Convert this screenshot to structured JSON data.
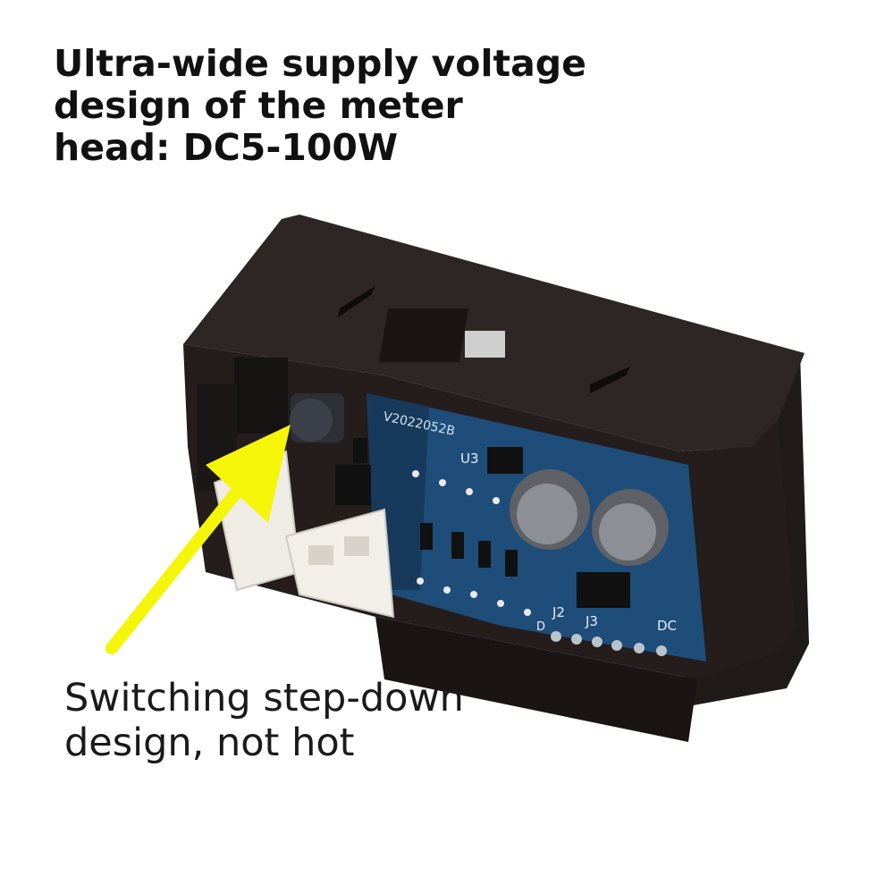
{
  "headline": {
    "line1": "Ultra-wide supply voltage",
    "line2": "design of the meter",
    "line3": "head: DC5-100W"
  },
  "caption": {
    "line1": "Switching step-down",
    "line2": "design, not hot"
  },
  "board": {
    "serial": "V2022052B",
    "label_u3": "U3",
    "label_j2": "J2",
    "label_j3": "J3",
    "label_dc": "DC",
    "label_d": "D"
  },
  "colors": {
    "housing": "#2a2220",
    "pcb": "#1f4d7a",
    "arrow": "#f5f50a",
    "connector": "#f2efe9"
  },
  "icons": {
    "arrow": "arrow-icon"
  }
}
